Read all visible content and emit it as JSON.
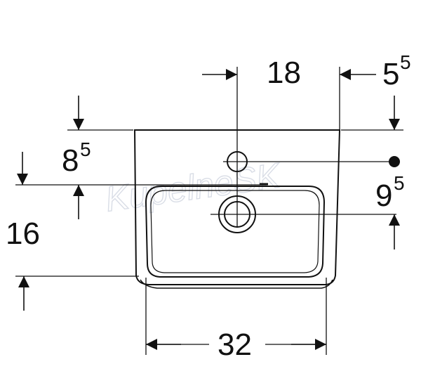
{
  "diagram": {
    "watermark": "KupelneSK",
    "dimensions": {
      "top_center": "18",
      "top_right_main": "5",
      "top_right_sup": "5",
      "left_upper_main": "8",
      "left_upper_sup": "5",
      "left_height": "16",
      "right_main": "9",
      "right_sup": "5",
      "bottom_width": "32"
    },
    "colors": {
      "line": "#111111",
      "watermark": "#d9dde6"
    }
  }
}
